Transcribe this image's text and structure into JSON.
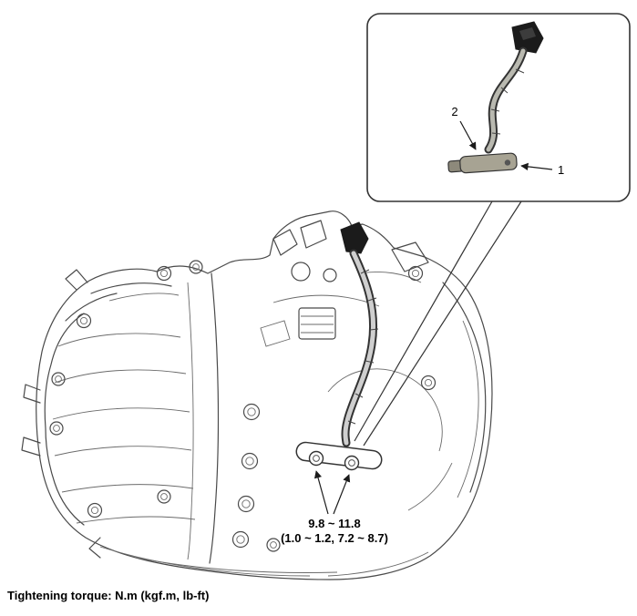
{
  "diagram": {
    "title_hint": "Vehicle speed sensor mounting on transaxle",
    "inset": {
      "part_label_1": "1",
      "part_label_2": "2"
    },
    "torque_callout": {
      "value_nm": "9.8 ~ 11.8",
      "value_alt": "(1.0 ~ 1.2, 7.2 ~ 8.7)"
    },
    "footer_note": "Tightening torque: N.m (kgf.m, lb-ft)",
    "colors": {
      "line": "#4a4a4a",
      "background": "#ffffff",
      "connector_black": "#1b1b1b",
      "sensor_body": "#a7a393",
      "cable_gray": "#b9b9b0"
    }
  }
}
